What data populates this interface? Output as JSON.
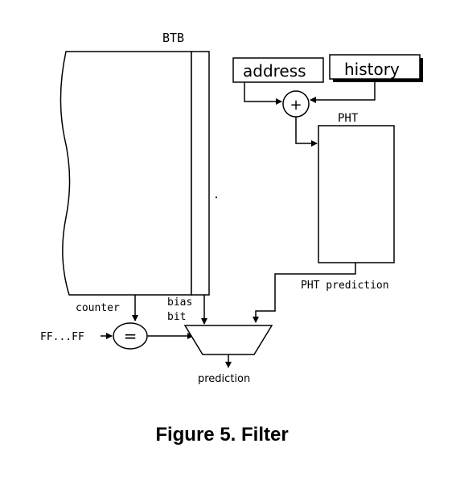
{
  "diagram": {
    "btb_label": "BTB",
    "address_label": "address",
    "history_label": "history",
    "plus_symbol": "+",
    "pht_label": "PHT",
    "pht_prediction_label": "PHT prediction",
    "counter_label": "counter",
    "bias_label_line1": "bias",
    "bias_label_line2": "bit",
    "ff_label": "FF...FF",
    "equals_symbol": "=",
    "prediction_label": "prediction"
  },
  "caption": "Figure 5. Filter",
  "colors": {
    "stroke": "#000000",
    "background": "#ffffff"
  }
}
